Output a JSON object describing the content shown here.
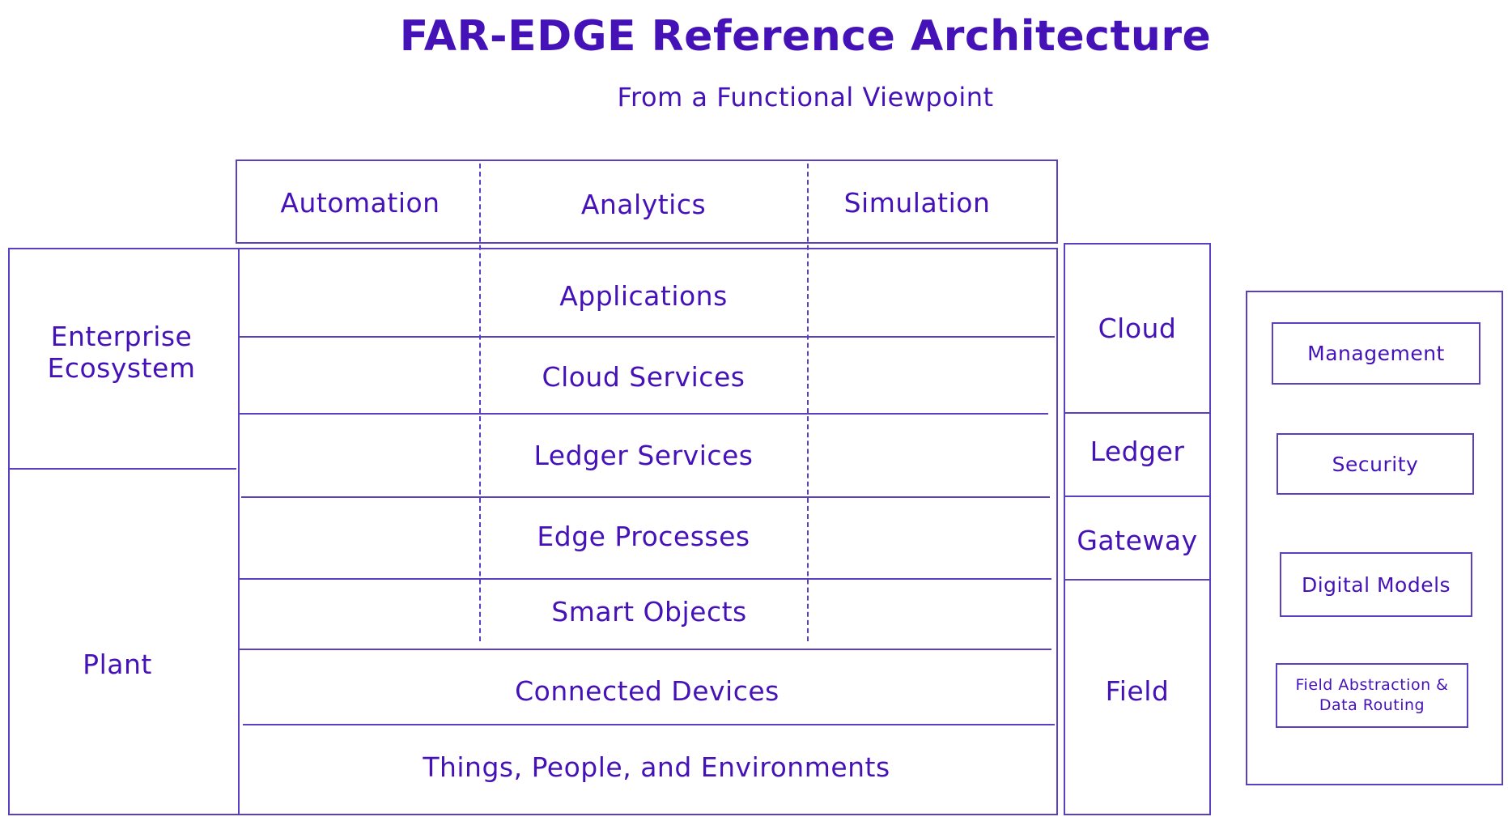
{
  "title": "FAR-EDGE Reference Architecture",
  "subtitle": "From a Functional Viewpoint",
  "header_columns": [
    "Automation",
    "Analytics",
    "Simulation"
  ],
  "scopes": {
    "enterprise": "Enterprise Ecosystem",
    "plant": "Plant"
  },
  "layers": [
    "Applications",
    "Cloud Services",
    "Ledger Services",
    "Edge Processes",
    "Smart Objects",
    "Connected Devices",
    "Things, People, and Environments"
  ],
  "tiers": [
    "Cloud",
    "Ledger",
    "Gateway",
    "Field"
  ],
  "cross_cutting": [
    "Management",
    "Security",
    "Digital Models",
    "Field Abstraction & Data Routing"
  ],
  "colors": {
    "text": "#4512b8",
    "line": "#5a3fc0",
    "background": "#ffffff"
  }
}
